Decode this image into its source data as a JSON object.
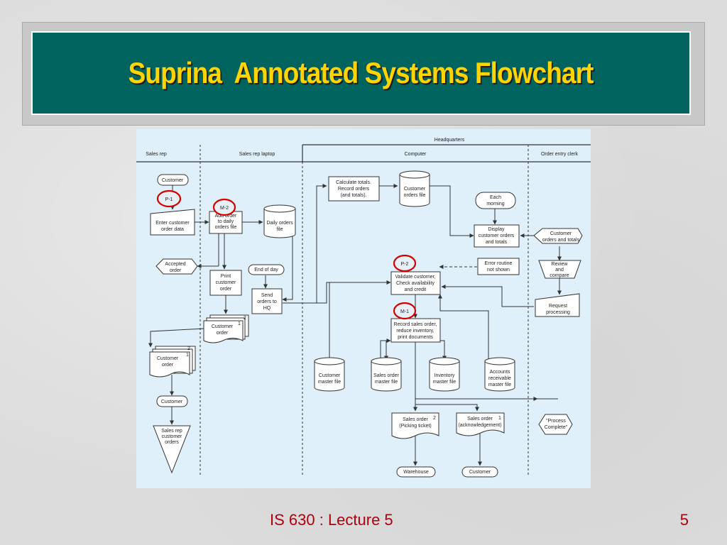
{
  "slide": {
    "title": "Suprina  Annotated Systems Flowchart",
    "footer": "IS 630 : Lecture 5",
    "page_number": "5"
  },
  "diagram": {
    "lanes": {
      "headquarters": "Headquarters",
      "sales_rep": "Sales rep",
      "sales_rep_laptop": "Sales rep laptop",
      "computer": "Computer",
      "order_entry_clerk": "Order entry clerk"
    },
    "nodes": {
      "customer_top": "Customer",
      "enter_order": [
        "Enter customer",
        "order data"
      ],
      "accepted_order": [
        "Accepted",
        "order"
      ],
      "customer_order_left": [
        "Customer",
        "order"
      ],
      "customer_left2": "Customer",
      "sales_rep_orders": [
        "Sales rep",
        "customer",
        "orders"
      ],
      "add_order": [
        "Add order",
        "to daily",
        "orders file"
      ],
      "daily_orders_file": [
        "Daily orders",
        "file"
      ],
      "print_order": [
        "Print",
        "customer",
        "order"
      ],
      "end_of_day": "End of day",
      "send_orders": [
        "Send",
        "orders to",
        "HQ"
      ],
      "customer_order_mid": [
        "Customer",
        "order"
      ],
      "calc_totals": [
        "Calculate totals.",
        "Record orders",
        "(and totals)."
      ],
      "customer_orders_file": [
        "Customer",
        "orders file"
      ],
      "each_morning": [
        "Each",
        "morning"
      ],
      "display_orders": [
        "Display",
        "customer orders",
        "and totals"
      ],
      "error_routine": [
        "Error routine",
        "not shown"
      ],
      "validate": [
        "Validate customer,",
        "Check availability",
        "and credit"
      ],
      "record_sales": [
        "Record sales order,",
        "reduce inventory,",
        "print documents"
      ],
      "customer_master": [
        "Customer",
        "master file"
      ],
      "sales_order_master": [
        "Sales order",
        "master file"
      ],
      "inventory_master": [
        "Inventory",
        "master file"
      ],
      "ar_master": [
        "Accounts",
        "receivable",
        "master file"
      ],
      "picking_ticket": [
        "Sales order",
        "(Picking ticket)"
      ],
      "acknowledgement": [
        "Sales order",
        "(acknowledgement)"
      ],
      "warehouse": "Warehouse",
      "customer_bottom": "Customer",
      "customer_orders_totals": [
        "Customer",
        "orders and totals"
      ],
      "review_compare": [
        "Review",
        "and",
        "compare"
      ],
      "request_processing": [
        "Request",
        "processing"
      ],
      "process_complete": [
        "\"Process",
        "Complete\""
      ]
    },
    "copy_numbers": {
      "two": "2",
      "one": "1"
    },
    "annotations": {
      "p1": "P-1",
      "m2": "M-2",
      "p2": "P-2",
      "m1": "M-1"
    },
    "colors": {
      "title_band": "#00635e",
      "title_text": "#ffd400",
      "diagram_bg": "#dff0fa",
      "annotation_circle": "#d40000",
      "footer_text": "#b0000d"
    }
  }
}
